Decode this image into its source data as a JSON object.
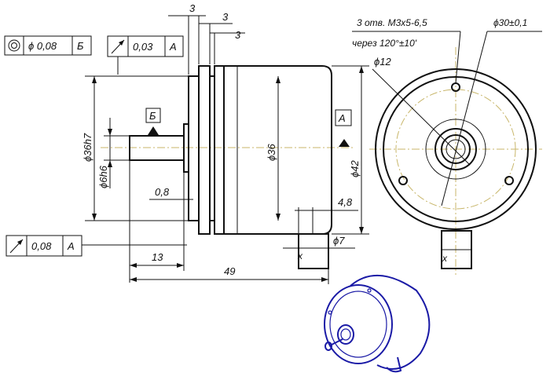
{
  "tolerance_frames": {
    "runout_b": {
      "value": "ϕ 0,08",
      "datum": "Б"
    },
    "runout_a_top": {
      "value": "0,03",
      "datum": "A"
    },
    "runout_a_bottom": {
      "value": "0,08",
      "datum": "A"
    }
  },
  "datum_labels": {
    "b": "Б",
    "a": "A"
  },
  "dimensions": {
    "top_3_a": "3",
    "top_3_b": "3",
    "top_3_c": "3",
    "d36h7": "ϕ36h7",
    "d6h6": "ϕ6h6",
    "d36": "ϕ36",
    "d42": "ϕ42",
    "d0_8": "0,8",
    "l13": "13",
    "l49": "49",
    "l4_8": "4,8",
    "d7": "ϕ7",
    "d12": "ϕ12",
    "d30": "ϕ30±0,1"
  },
  "notes": {
    "holes_line1": "3 отв. M3x5-6,5",
    "holes_line2": "через 120°±10'"
  },
  "colors": {
    "ink": "#111111",
    "centerline": "#c8b66a",
    "isometric": "#1a1aa6"
  }
}
